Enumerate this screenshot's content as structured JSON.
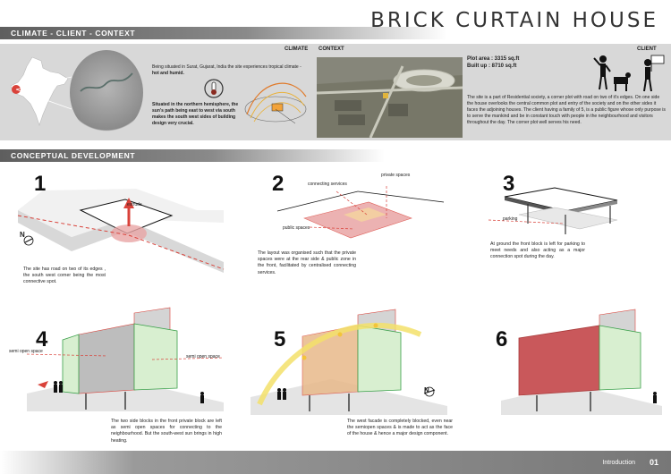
{
  "title": "BRICK CURTAIN HOUSE",
  "sections": {
    "climate_client_context": "CLIMATE - CLIENT - CONTEXT",
    "conceptual": "CONCEPTUAL DEVELOPMENT"
  },
  "tabs": {
    "climate": "CLIMATE",
    "context": "CONTEXT",
    "client": "CLIENT"
  },
  "climate": {
    "text1a": "Being situated in Surat, Gujarat, India the site experiences tropical climate -",
    "text1b": "hot and humid.",
    "text2": "Situated in the northern hemisphere, the sun's path being east to west via south makes the south west sides of building design very crucial."
  },
  "client": {
    "plot_area": "Plot area : 3315 sq.ft",
    "built_up": "Built up : 8710 sq.ft",
    "description": "The site is a part of Residential society, a corner plot with road on two of it's edges. On one side the house overlooks the central common plot and entry of the society and on the other sides it faces the adjoining houses. The client having a family of 5, is a public figure whose only purpose is to serve the mankind and be in constant touch with people in the neighbourhood and visitors throughout the day. The corner plot well serves his need."
  },
  "steps": [
    {
      "num": "1",
      "labels": [
        "extrude",
        "N"
      ],
      "desc": "The site has road on two of its edges , the south west corner being the most connective spot."
    },
    {
      "num": "2",
      "labels": [
        "connecting services",
        "private spaces",
        "public spaces"
      ],
      "desc": "The layout was organised such that the private spaces were at the rear side & public zone in the front, facilitated by centralised connecting services."
    },
    {
      "num": "3",
      "labels": [
        "parking"
      ],
      "desc": "At ground the front block is left for parking to meet needs and also acting as a major connection spot during the day."
    },
    {
      "num": "4",
      "labels": [
        "semi open space",
        "semi open space"
      ],
      "desc": "The two side blocks in the front private block are left as semi open spaces for connecting to the neighbourhood. But the south-west sun brings in high heating."
    },
    {
      "num": "5",
      "labels": [
        "N"
      ],
      "desc": "The west facade is completely blocked, even near the semiopen spaces & is made to act as the face of the house & hence a major design component."
    },
    {
      "num": "6",
      "labels": [],
      "desc": ""
    }
  ],
  "footer": {
    "label": "Introduction",
    "page": "01"
  },
  "colors": {
    "accent_red": "#d9423a",
    "light_red": "#e9a5a5",
    "yellow": "#f3e06a",
    "green": "#8fd07a",
    "bar": "#6b6b6b"
  }
}
